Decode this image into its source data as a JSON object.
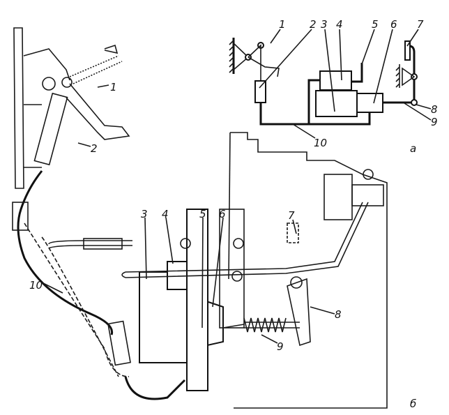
{
  "schematic": {
    "caption": "а",
    "labels": [
      "1",
      "2",
      "3",
      "4",
      "5",
      "6",
      "7",
      "8",
      "9",
      "10"
    ]
  },
  "assembly": {
    "caption": "б",
    "labels": [
      "1",
      "2",
      "3",
      "4",
      "5",
      "6",
      "7",
      "8",
      "9",
      "10"
    ]
  }
}
